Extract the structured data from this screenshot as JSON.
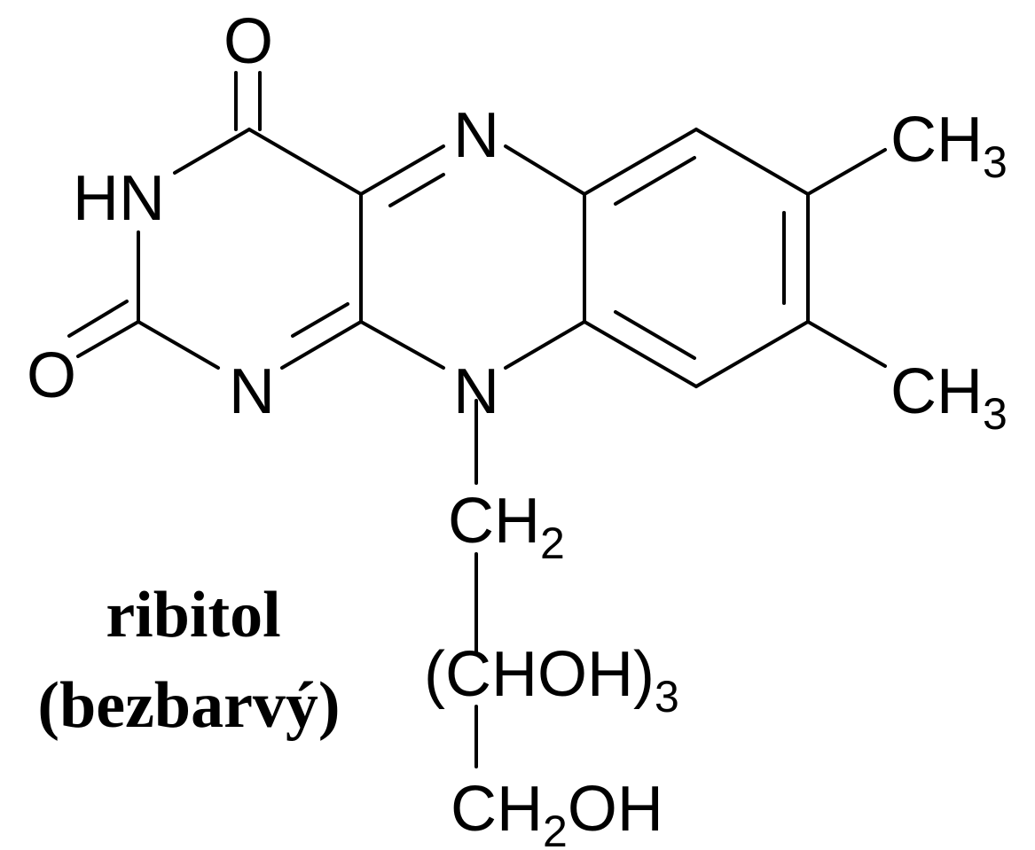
{
  "molecule": {
    "atoms": {
      "o_top": "O",
      "hn": "HN",
      "o_left": "O",
      "n1": "N",
      "n5": "N",
      "n10": "N",
      "ch3_top": "CH",
      "ch3_top_sub": "3",
      "ch3_bottom": "CH",
      "ch3_bottom_sub": "3"
    },
    "chain": {
      "ch2_main": "CH",
      "ch2_sub": "2",
      "chohoh_open": "(",
      "chohoh_main": "CHOH)",
      "chohoh_sub": "3",
      "ch2oh_pre": "CH",
      "ch2oh_sub": "2",
      "ch2oh_post": "OH"
    }
  },
  "caption": {
    "line1": "ribitol",
    "line2": "(bezbarvý)"
  },
  "colors": {
    "ink": "#000000",
    "background": "#ffffff"
  }
}
